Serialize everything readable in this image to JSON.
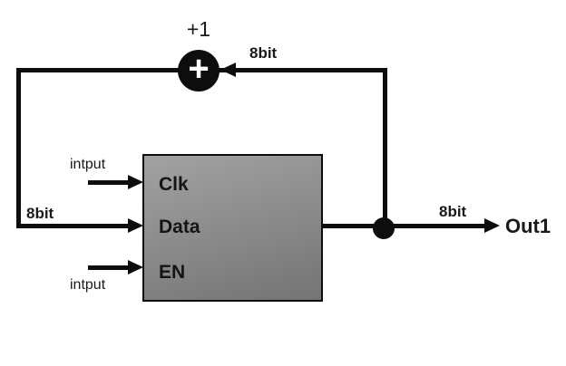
{
  "diagram": {
    "title_hint": "8-bit counter block diagram",
    "adder": {
      "symbol": "+",
      "label": "+1"
    },
    "register": {
      "inputs": [
        "Clk",
        "Data",
        "EN"
      ]
    },
    "labels": {
      "feedback_top_bus": "8bit",
      "feedback_left_bus": "8bit",
      "output_bus": "8bit",
      "clk_input": "intput",
      "en_input": "intput",
      "output": "Out1"
    },
    "colors": {
      "line": "#0d0d0d",
      "text": "#1a1a1a",
      "block_fill_light": "#a2a2a2",
      "block_fill_dark": "#747474",
      "background": "#ffffff"
    }
  }
}
